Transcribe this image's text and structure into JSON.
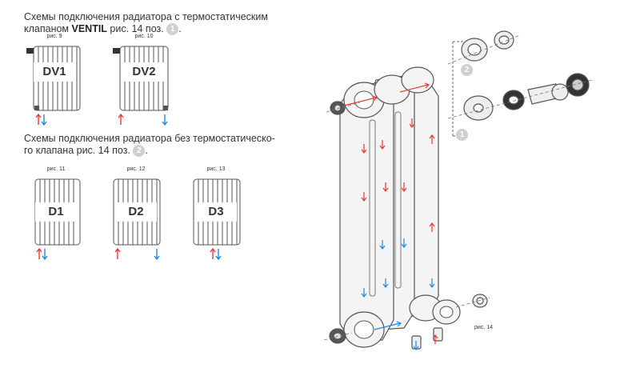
{
  "heading1": {
    "line1": "Схемы подключения радиатора с термостатическим",
    "line2_prefix": "клапаном ",
    "line2_bold": "VENTIL",
    "line2_suffix": " рис. 14 поз.",
    "badge": "1",
    "end": "."
  },
  "heading2": {
    "line1": "Схемы подключения радиатора без термостатическо-",
    "line2": "го клапана рис. 14 поз.",
    "badge": "2",
    "end": "."
  },
  "figures": [
    {
      "caption": "рис. 9",
      "label": "DV1"
    },
    {
      "caption": "рис. 10",
      "label": "DV2"
    },
    {
      "caption": "рис. 11",
      "label": "D1"
    },
    {
      "caption": "рис. 12",
      "label": "D2"
    },
    {
      "caption": "рис. 13",
      "label": "D3"
    }
  ],
  "main_figure": {
    "caption": "рис. 14",
    "badge1": "1",
    "badge2": "2"
  },
  "colors": {
    "supply": "#e53935",
    "return": "#1e88e5",
    "outline": "#555555"
  }
}
